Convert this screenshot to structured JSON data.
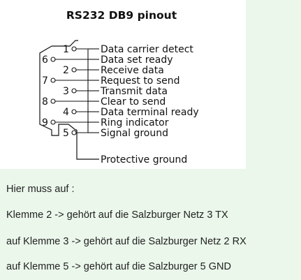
{
  "diagram": {
    "title": "RS232 DB9 pinout",
    "right_pins": [
      {
        "pin": "1",
        "label": "Data carrier detect"
      },
      {
        "pin": "2",
        "label": "Receive data"
      },
      {
        "pin": "3",
        "label": "Transmit data"
      },
      {
        "pin": "4",
        "label": "Data terminal ready"
      },
      {
        "pin": "5",
        "label": "Signal ground"
      }
    ],
    "left_pins": [
      {
        "pin": "6",
        "label": "Data set ready"
      },
      {
        "pin": "7",
        "label": "Request to send"
      },
      {
        "pin": "8",
        "label": "Clear to send"
      },
      {
        "pin": "9",
        "label": "Ring indicator"
      }
    ],
    "shield_label": "Protective ground"
  },
  "notes": [
    "Hier muss auf :",
    "Klemme 2 -> gehört auf die Salzburger Netz 3 TX",
    "auf Klemme 3 -> gehört auf die Salzburger Netz 2 RX",
    "auf Klemme 5 -> gehört auf die Salzburger 5 GND"
  ]
}
